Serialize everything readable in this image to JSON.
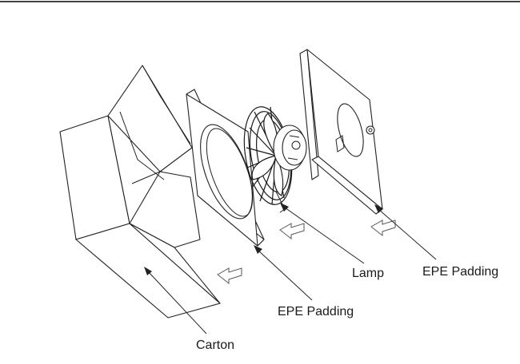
{
  "labels": {
    "carton": "Carton",
    "epe_padding_front": "EPE Padding",
    "lamp": "Lamp",
    "epe_padding_back": "EPE Padding"
  },
  "colors": {
    "line": "#222222",
    "background": "#ffffff"
  }
}
